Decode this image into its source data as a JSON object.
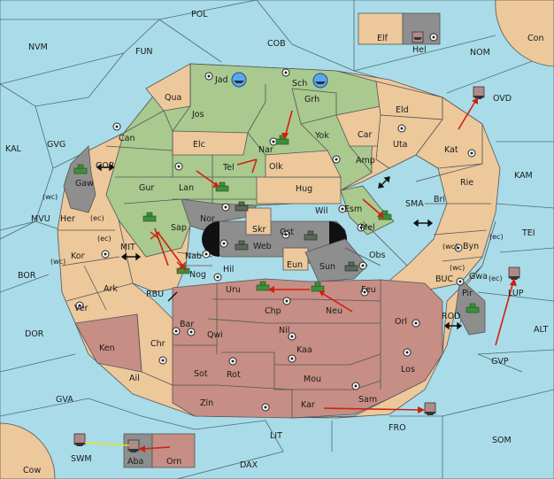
{
  "sea_labels": {
    "POL": "POL",
    "NVM": "NVM",
    "FUN": "FUN",
    "COB": "COB",
    "NOM": "NOM",
    "Con": "Con",
    "KAL": "KAL",
    "GVG": "GVG",
    "GOR": "GOR",
    "OVD": "OVD",
    "KAM": "KAM",
    "MVU": "MVU",
    "wc1": "(wc)",
    "ec1": "(ec)",
    "ec2": "(ec)",
    "wc2": "(wc)",
    "MIT": "MIT",
    "BOR": "BOR",
    "RBU": "RBU",
    "SMA": "SMA",
    "TEI": "TEI",
    "ec3": "(ec)",
    "wc3": "(wc)",
    "wc4": "(wc)",
    "ec4": "(ec)",
    "BUC": "BUC",
    "LUP": "LUP",
    "DOR": "DOR",
    "ROD": "ROD",
    "ALT": "ALT",
    "GVP": "GVP",
    "GVA": "GVA",
    "FRO": "FRO",
    "SOM": "SOM",
    "LIT": "LIT",
    "SWM": "SWM",
    "DAX": "DAX",
    "Cow": "Cow"
  },
  "land_labels": {
    "Elf": "Elf",
    "Hel": "Hel",
    "Jad": "Jad",
    "Sch": "Sch",
    "Qua": "Qua",
    "Jos": "Jos",
    "Grh": "Grh",
    "Can": "Can",
    "Elc": "Elc",
    "Nar": "Nar",
    "Yok": "Yok",
    "Car": "Car",
    "Eld": "Eld",
    "Uta": "Uta",
    "Kat": "Kat",
    "Gaw": "Gaw",
    "Tel": "Tel",
    "Olk": "Olk",
    "Amp": "Amp",
    "Gur": "Gur",
    "Lan": "Lan",
    "Hug": "Hug",
    "Rie": "Rie",
    "Bri": "Bri",
    "Wil": "Wil",
    "Esm": "Esm",
    "Her": "Her",
    "Nor": "Nor",
    "Skr": "Skr",
    "Ost": "Ost",
    "Sap": "Sap",
    "Web": "Web",
    "Mel": "Mel",
    "Byn": "Byn",
    "Kor": "Kor",
    "Nab": "Nab",
    "Obs": "Obs",
    "Eun": "Eun",
    "Sun": "Sun",
    "Gwa": "Gwa",
    "Hil": "Hil",
    "Nog": "Nog",
    "Ark": "Ark",
    "Uru": "Uru",
    "Feu": "Feu",
    "Pir": "Pir",
    "Ver": "Ver",
    "Chp": "Chp",
    "Neu": "Neu",
    "Orl": "Orl",
    "Bar": "Bar",
    "Qwi": "Qwi",
    "Nil": "Nil",
    "Ken": "Ken",
    "Chr": "Chr",
    "Kaa": "Kaa",
    "Los": "Los",
    "Sot": "Sot",
    "Rot": "Rot",
    "Ail": "Ail",
    "Mou": "Mou",
    "Zin": "Zin",
    "Kar": "Kar",
    "Sam": "Sam",
    "Aba": "Aba",
    "Orn": "Orn"
  },
  "colors": {
    "sea": "#a9dce8",
    "neutral": "#ecc89b",
    "green_power": "#a9c98f",
    "red_power": "#c68e85",
    "grey_power": "#8e8e8e",
    "order_arrow": "#d02010",
    "convoy_line": "#e8e020"
  },
  "units": [
    {
      "type": "army",
      "power": "green",
      "location": "Gaw"
    },
    {
      "type": "army",
      "power": "green",
      "location": "Nar"
    },
    {
      "type": "army",
      "power": "green",
      "location": "Lan"
    },
    {
      "type": "army",
      "power": "green",
      "location": "Sap"
    },
    {
      "type": "army",
      "power": "green",
      "location": "Nog"
    },
    {
      "type": "army",
      "power": "green",
      "location": "Mel"
    },
    {
      "type": "army",
      "power": "green",
      "location": "Uru"
    },
    {
      "type": "army",
      "power": "green",
      "location": "Neu"
    },
    {
      "type": "army",
      "power": "green",
      "location": "Pir"
    },
    {
      "type": "army",
      "power": "grey",
      "location": "Nor"
    },
    {
      "type": "army",
      "power": "grey",
      "location": "Web"
    },
    {
      "type": "army",
      "power": "grey",
      "location": "Ost"
    },
    {
      "type": "army",
      "power": "grey",
      "location": "Sun"
    },
    {
      "type": "fleet",
      "power": "grey",
      "location": "Hel"
    },
    {
      "type": "fleet",
      "power": "blue",
      "location": "Jad"
    },
    {
      "type": "fleet",
      "power": "blue",
      "location": "Sch"
    },
    {
      "type": "fleet",
      "power": "grey",
      "location": "OVD"
    },
    {
      "type": "fleet",
      "power": "grey",
      "location": "LUP"
    },
    {
      "type": "fleet",
      "power": "grey",
      "location": "FRO"
    },
    {
      "type": "fleet",
      "power": "grey",
      "location": "SWM"
    },
    {
      "type": "fleet",
      "power": "grey",
      "location": "Aba"
    }
  ]
}
